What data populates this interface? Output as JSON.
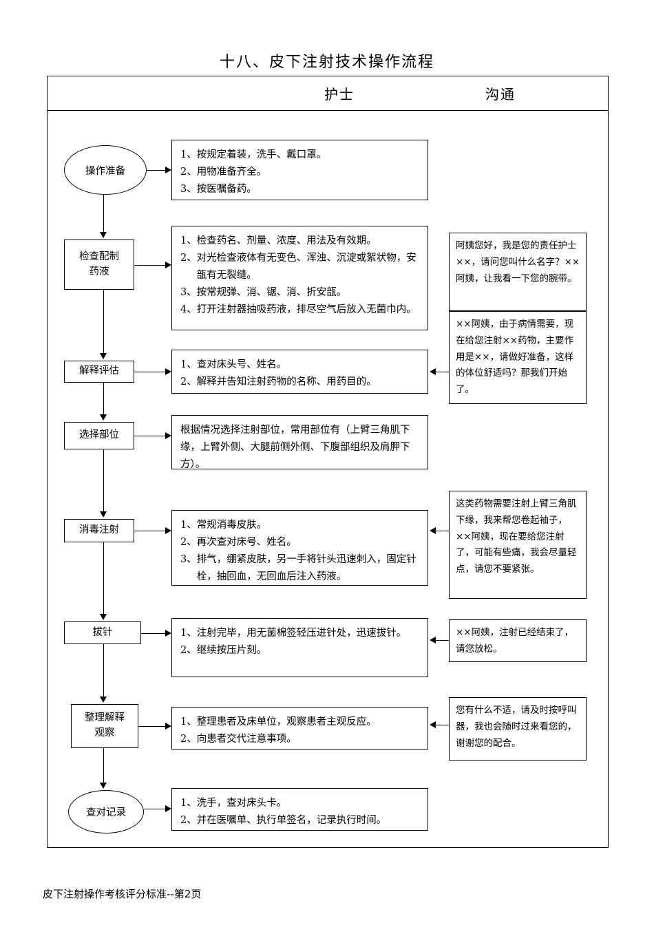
{
  "document": {
    "title": "十八、皮下注射技术操作流程",
    "footer": "皮下注射操作考核评分标准--第2页"
  },
  "header": {
    "col_nurse": "护士",
    "col_communication": "沟通"
  },
  "steps": [
    {
      "id": "prepare",
      "shape": "oval",
      "label": "操作准备",
      "content": [
        {
          "num": "1、",
          "text": "按规定着装，洗手、戴口罩。"
        },
        {
          "num": "2、",
          "text": "用物准备齐全。"
        },
        {
          "num": "3、",
          "text": "按医嘱备药。"
        }
      ]
    },
    {
      "id": "check-prepare-solution",
      "shape": "box",
      "label": "检查配制\n药液",
      "label_line1": "检查配制",
      "label_line2": "药液",
      "content": [
        {
          "num": "1、",
          "text": "检查药名、剂量、浓度、用法及有效期。"
        },
        {
          "num": "2、",
          "text": "对光检查液体有无变色、浑浊、沉淀或絮状物，安瓿有无裂缝。"
        },
        {
          "num": "3、",
          "text": "按常规弹、消、锯、消、折安瓿。"
        },
        {
          "num": "4、",
          "text": "打开注射器抽吸药液，排尽空气后放入无菌巾内。"
        }
      ]
    },
    {
      "id": "explain-assess",
      "shape": "box",
      "label": "解释评估",
      "content": [
        {
          "num": "1、",
          "text": "查对床头号、姓名。"
        },
        {
          "num": "2、",
          "text": "解释并告知注射药物的名称、用药目的。"
        }
      ]
    },
    {
      "id": "select-site",
      "shape": "box",
      "label": "选择部位",
      "content": [
        {
          "num": "",
          "text": "根据情况选择注射部位，常用部位有（上臂三角肌下缘，上臂外侧、大腿前侧外侧、下腹部组织及肩胛下方）。"
        }
      ]
    },
    {
      "id": "disinfect-inject",
      "shape": "box",
      "label": "消毒注射",
      "content": [
        {
          "num": "1、",
          "text": "常规消毒皮肤。"
        },
        {
          "num": "2、",
          "text": "再次查对床号、姓名。"
        },
        {
          "num": "3、",
          "text": "排气，绷紧皮肤，另一手将针头迅速刺入，固定针栓，抽回血，无回血后注入药液。"
        }
      ]
    },
    {
      "id": "withdraw-needle",
      "shape": "box",
      "label": "拔针",
      "content": [
        {
          "num": "1、",
          "text": "注射完毕，用无菌棉签轻压进针处，迅速拔针。"
        },
        {
          "num": "2、",
          "text": "继续按压片刻。"
        }
      ]
    },
    {
      "id": "tidy-explain-observe",
      "shape": "box",
      "label_line1": "整理解释",
      "label_line2": "观察",
      "label": "整理解释观察",
      "content": [
        {
          "num": "1、",
          "text": "整理患者及床单位，观察患者主观反应。"
        },
        {
          "num": "2、",
          "text": "向患者交代注意事项。"
        }
      ]
    },
    {
      "id": "verify-record",
      "shape": "oval",
      "label": "查对记录",
      "content": [
        {
          "num": "1、",
          "text": "洗手，查对床头卡。"
        },
        {
          "num": "2、",
          "text": "并在医嘱单、执行单签名，记录执行时间。"
        }
      ]
    }
  ],
  "communications": [
    {
      "id": "comm-greeting",
      "text": "阿姨您好，我是您的责任护士××，请问您叫什么名字？××阿姨，让我看一下您的腕带。"
    },
    {
      "id": "comm-explain-drug",
      "text": "××阿姨，由于病情需要，现在给您注射××药物，主要作用是××，请做好准备，这样的体位舒适吗？那我们开始了。"
    },
    {
      "id": "comm-injection-site",
      "text": "这类药物需要注射上臂三角肌下缘，我来帮您卷起袖子，××阿姨，现在要给您注射了，可能有些痛，我会尽量轻点，请您不要紧张。"
    },
    {
      "id": "comm-finished",
      "text": "××阿姨，注射已经结束了，请您放松。"
    },
    {
      "id": "comm-aftercare",
      "text": "您有什么不适，请及时按呼叫器，我也会随时过来看您的，谢谢您的配合。"
    }
  ]
}
